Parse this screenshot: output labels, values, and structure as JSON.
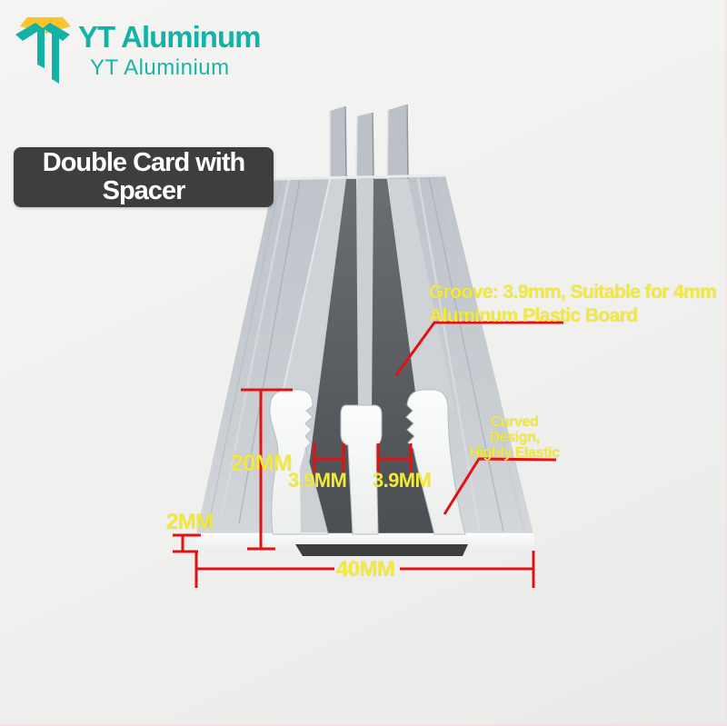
{
  "logo": {
    "title": "YT Aluminum",
    "subtitle": "YT Aluminium",
    "brand_color": "#12b3a6",
    "gem_color": "#fbc52a"
  },
  "product_label": {
    "line1": "Double Card with",
    "line2": "Spacer",
    "bg_color": "#3e3e3e",
    "text_color": "#ffffff"
  },
  "annotations": {
    "groove_note_line1": "Groove: 3.9mm, Suitable for 4mm",
    "groove_note_line2": "Aluminum Plastic Board",
    "elastic_note_line1": "Curved",
    "elastic_note_line2": "Design,",
    "elastic_note_line3": "Highly Elastic",
    "note_color": "#f2e93a",
    "leader_color": "#e31212"
  },
  "dimensions": {
    "profile_height": "20MM",
    "groove_width_left": "3.9MM",
    "groove_width_right": "3.9MM",
    "base_thickness": "2MM",
    "profile_width": "40MM",
    "line_color": "#e31212",
    "label_color": "#f2e93a"
  }
}
